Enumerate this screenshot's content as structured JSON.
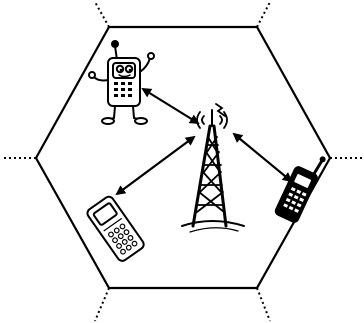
{
  "diagram": {
    "nodes": [
      {
        "id": "cell-tower",
        "kind": "radio-tower-icon"
      },
      {
        "id": "robot-phone",
        "kind": "cartoon-phone-character-icon"
      },
      {
        "id": "flip-phone",
        "kind": "mobile-phone-icon"
      },
      {
        "id": "cell-phone",
        "kind": "cell-phone-antenna-icon"
      }
    ],
    "links": [
      {
        "from": "cell-tower",
        "to": "robot-phone",
        "style": "double-arrow"
      },
      {
        "from": "cell-tower",
        "to": "flip-phone",
        "style": "double-arrow"
      },
      {
        "from": "cell-tower",
        "to": "cell-phone",
        "style": "double-arrow"
      }
    ],
    "boundary": {
      "shape": "hexagon-cell",
      "neighbor_edges": "dotted"
    },
    "colors": {
      "ink": "#000000",
      "background": "#ffffff"
    }
  }
}
